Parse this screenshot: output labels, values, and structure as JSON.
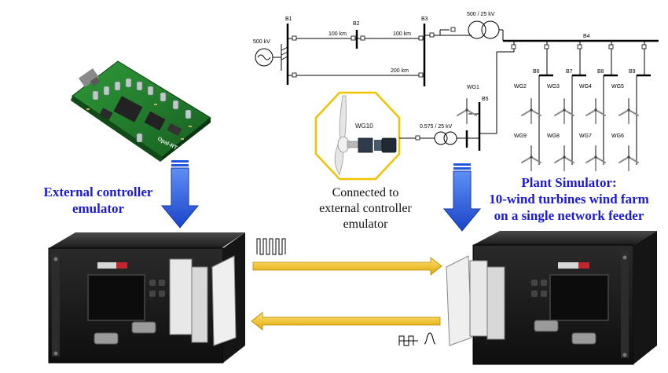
{
  "captions": {
    "controller": [
      "External controller",
      "emulator"
    ],
    "plant": [
      "Plant Simulator:",
      "10-wind turbines wind farm",
      "on a single network feeder"
    ],
    "connected": [
      "Connected to",
      "external controller",
      "emulator"
    ]
  },
  "network": {
    "source_label": "500 kV",
    "buses": [
      "B1",
      "B2",
      "B3",
      "B4",
      "B5",
      "B6",
      "B7",
      "B8",
      "B9"
    ],
    "line_labels": [
      "100 km",
      "100 km",
      "200 km"
    ],
    "transformer_main": "500 / 25 kV",
    "transformer_wg": "0.575 / 25 kV",
    "turbines_row1": [
      "WG2",
      "WG3",
      "WG4",
      "WG5"
    ],
    "turbines_row2": [
      "WG9",
      "WG8",
      "WG7",
      "WG6"
    ],
    "turbine_single": "WG1",
    "turbine_controlled": "WG10"
  },
  "board_label": "Opal-RT",
  "colors": {
    "caption_blue": "#1a1ad8",
    "arrow_blue": "#2255dd",
    "signal_arrow": "#f0c419",
    "octagon": "#f2c200",
    "board_green": "#1f7a2a"
  }
}
